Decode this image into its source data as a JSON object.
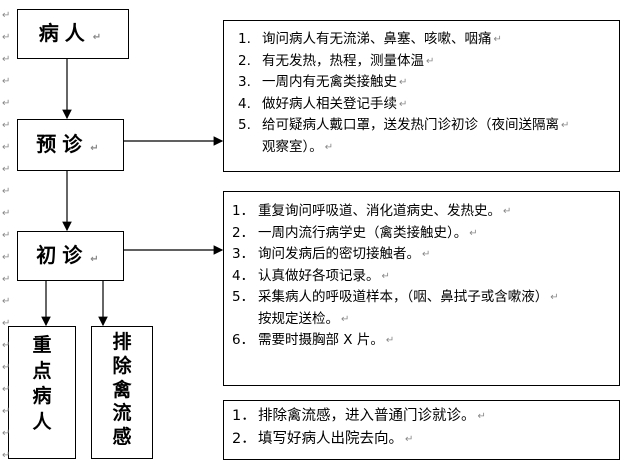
{
  "flow": {
    "box_patient": "病人",
    "box_pre": "预诊",
    "box_first": "初诊",
    "box_key": [
      "重",
      "点",
      "病",
      "人"
    ],
    "box_exclude": [
      "排",
      "除",
      "禽",
      "流",
      "感"
    ]
  },
  "pre_list": [
    {
      "num": "1.",
      "text": "询问病人有无流涕、鼻塞、咳嗽、咽痛"
    },
    {
      "num": "2.",
      "text": "有无发热，热程，测量体温"
    },
    {
      "num": "3.",
      "text": "一周内有无禽类接触史"
    },
    {
      "num": "4.",
      "text": "做好病人相关登记手续"
    },
    {
      "num": "5.",
      "text": "给可疑病人戴口罩，送发热门诊初诊（夜间送隔离"
    },
    {
      "num": "",
      "text": "观察室）。"
    }
  ],
  "first_list": [
    {
      "num": "1．",
      "text": "重复询问呼吸道、消化道病史、发热史。"
    },
    {
      "num": "2．",
      "text": "一周内流行病学史（禽类接触史）。"
    },
    {
      "num": "3．",
      "text": "询问发病后的密切接触者。"
    },
    {
      "num": "4．",
      "text": "认真做好各项记录。"
    },
    {
      "num": "5．",
      "text": "采集病人的呼吸道样本，（咽、鼻拭子或含嗽液）"
    },
    {
      "num": "",
      "text": "按规定送检。"
    },
    {
      "num": "6．",
      "text": "需要时摄胸部 X 片。"
    }
  ],
  "exclude_list": [
    {
      "num": "1．",
      "text": "排除禽流感，进入普通门诊就诊。"
    },
    {
      "num": "2．",
      "text": "填写好病人出院去向。"
    }
  ],
  "return_mark": "↵"
}
